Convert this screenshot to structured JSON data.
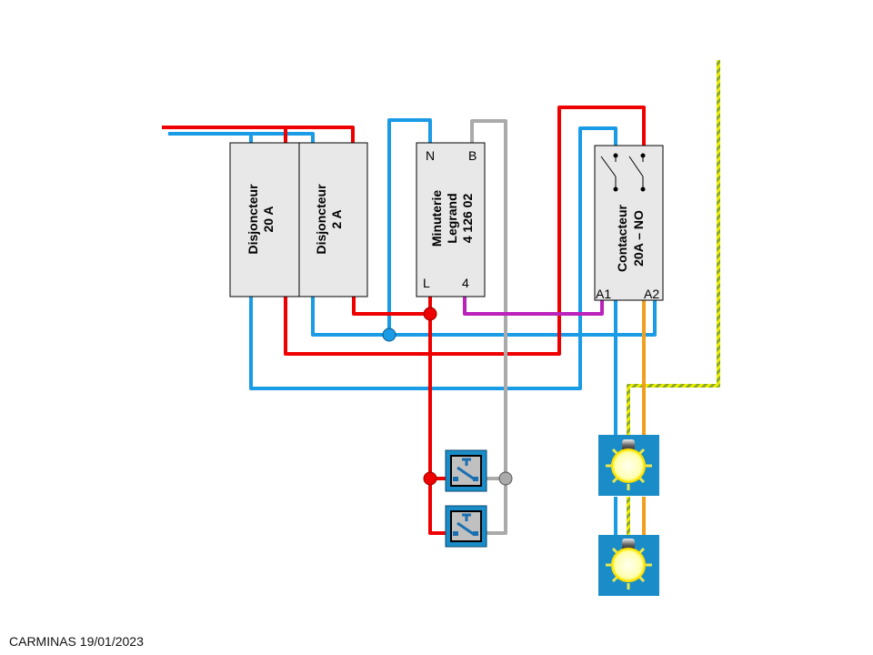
{
  "modules": {
    "disjoncteur_20": {
      "line1": "Disjoncteur",
      "line2": "20 A"
    },
    "disjoncteur_2": {
      "line1": "Disjoncteur",
      "line2": "2 A"
    },
    "minuterie": {
      "line1": "Minuterie",
      "line2": "Legrand",
      "line3": "4 126 02",
      "terminals": {
        "n": "N",
        "b": "B",
        "l": "L",
        "t4": "4"
      }
    },
    "contacteur": {
      "line1": "Contacteur",
      "line2": "20A – NO",
      "terminals": {
        "a1": "A1",
        "a2": "A2"
      }
    }
  },
  "wire_colors": {
    "phase": "#ee0000",
    "neutral": "#1a9be6",
    "return": "#aaaaaa",
    "control": "#bb22bb",
    "lamp": "#f0a020",
    "earth_a": "#e8e800",
    "earth_b": "#88aa22"
  },
  "components": {
    "push_buttons": 2,
    "lamps": 2
  },
  "footer": "CARMINAS 19/01/2023"
}
